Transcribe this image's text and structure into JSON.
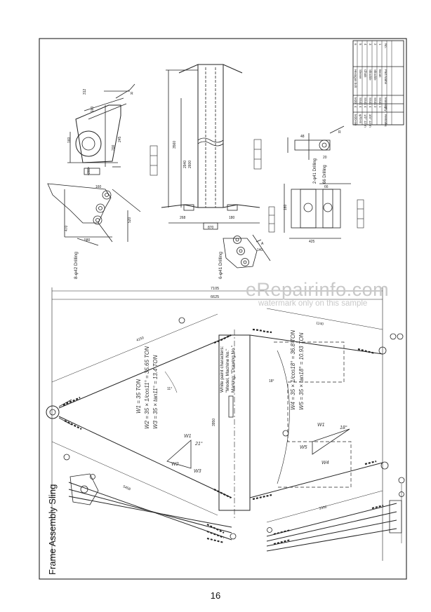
{
  "title": "Frame Assembly Sling",
  "page_number": "16",
  "watermark": {
    "site": "eRepairinfo.com",
    "notice": "watermark only on this sample"
  },
  "paint_note": [
    "White paint characters:",
    "\"Model, Machine No.\"",
    "Marking: \"Drawing No.\""
  ],
  "dimensions": {
    "overall_length": "7105",
    "top_span": "6625",
    "left_sling_upper": "4150",
    "left_sling_lower": "5458",
    "right_sling_lower": "3390",
    "right_sling_upper": "1140",
    "frame_height": "3950",
    "angle_left": "11°",
    "angle_right": "18°",
    "column_height": "3560",
    "column_marks": [
      "2940",
      "2600"
    ],
    "drilling_a": "8-φ42 Drilling",
    "drilling_b": "6-φ41 Drilling",
    "drilling_c": "2-φ41 Drilling",
    "drilling_d": "66 Drilling"
  },
  "handwritten_left": [
    "W1 = 35 TON",
    "W2 = 35 × 1/cos11° = 35.65 TON",
    "W3 = 35 × tan11° = 13.4 TON",
    "W2",
    "W1",
    "W3",
    "21°"
  ],
  "handwritten_right": [
    "W4 = 35 × 1/cos18° = 36.8 TON",
    "W5 = 35 × tan18° = 10.93 TON",
    "W1",
    "W5",
    "W4",
    "18°"
  ],
  "parts_table": {
    "rows": [
      [
        "6",
        "Hexagon bolt",
        "M20",
        "4",
        "M20×60"
      ],
      [
        "5",
        "Sleeve",
        "SS41",
        "4",
        "φ70×8"
      ],
      [
        "4",
        "Chain",
        "SS41",
        "4",
        "1/2\" 12 m"
      ],
      [
        "3",
        "Shackle",
        "SS41",
        "4",
        "3/4\" 12 m"
      ],
      [
        "2",
        "Shackle",
        "SS41",
        "2",
        ""
      ],
      [
        "1",
        "Beam",
        "SS41",
        "1",
        ""
      ]
    ],
    "header": [
      "No.",
      "Part Name",
      "Material",
      "Q'ty",
      "Remarks"
    ]
  }
}
